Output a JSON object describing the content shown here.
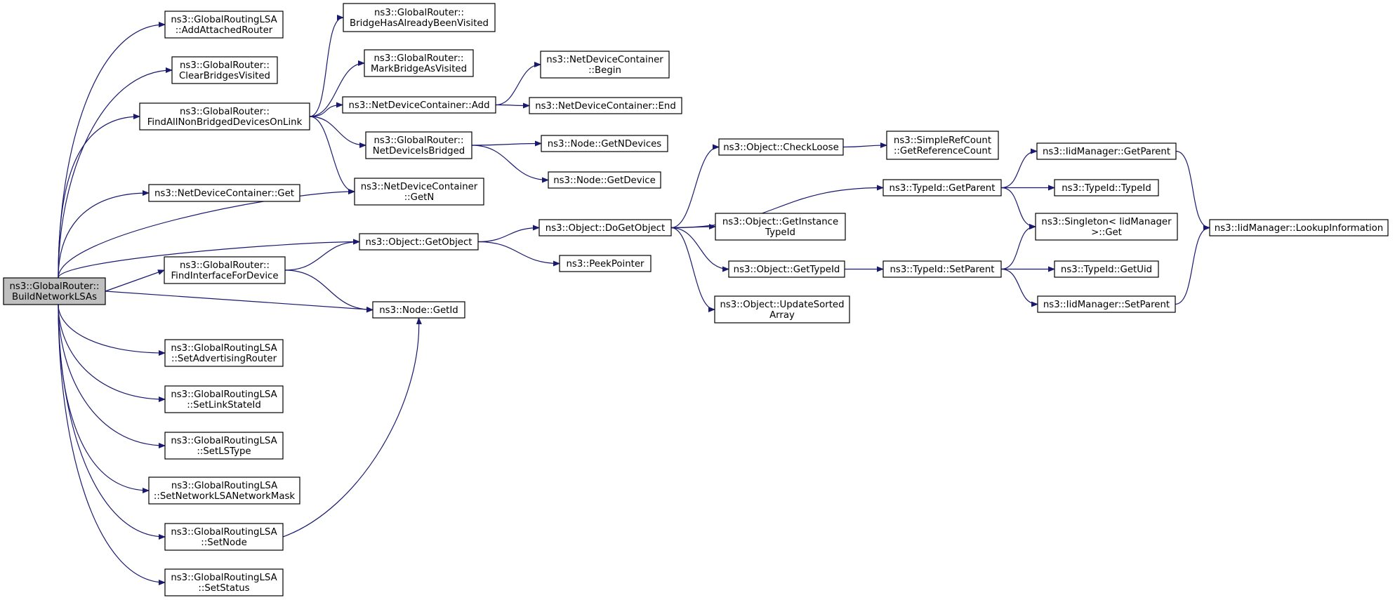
{
  "graph": {
    "colors": {
      "edge": "#191970",
      "node_fill": "#ffffff",
      "root_fill": "#bfbfbf",
      "border": "#000000"
    },
    "nodes": [
      {
        "id": "root",
        "lines": [
          "ns3::GlobalRouter::",
          "BuildNetworkLSAs"
        ],
        "root": true
      },
      {
        "id": "addAttached",
        "lines": [
          "ns3::GlobalRoutingLSA",
          "::AddAttachedRouter"
        ]
      },
      {
        "id": "clearBridges",
        "lines": [
          "ns3::GlobalRouter::",
          "ClearBridgesVisited"
        ]
      },
      {
        "id": "findAll",
        "lines": [
          "ns3::GlobalRouter::",
          "FindAllNonBridgedDevicesOnLink"
        ]
      },
      {
        "id": "ndcGet",
        "lines": [
          "ns3::NetDeviceContainer::Get"
        ]
      },
      {
        "id": "findIface",
        "lines": [
          "ns3::GlobalRouter::",
          "FindInterfaceForDevice"
        ]
      },
      {
        "id": "setAdv",
        "lines": [
          "ns3::GlobalRoutingLSA",
          "::SetAdvertisingRouter"
        ]
      },
      {
        "id": "setLinkState",
        "lines": [
          "ns3::GlobalRoutingLSA",
          "::SetLinkStateId"
        ]
      },
      {
        "id": "setLSType",
        "lines": [
          "ns3::GlobalRoutingLSA",
          "::SetLSType"
        ]
      },
      {
        "id": "setMask",
        "lines": [
          "ns3::GlobalRoutingLSA",
          "::SetNetworkLSANetworkMask"
        ]
      },
      {
        "id": "setNode",
        "lines": [
          "ns3::GlobalRoutingLSA",
          "::SetNode"
        ]
      },
      {
        "id": "setStatus",
        "lines": [
          "ns3::GlobalRoutingLSA",
          "::SetStatus"
        ]
      },
      {
        "id": "bridgeVisited",
        "lines": [
          "ns3::GlobalRouter::",
          "BridgeHasAlreadyBeenVisited"
        ]
      },
      {
        "id": "markBridge",
        "lines": [
          "ns3::GlobalRouter::",
          "MarkBridgeAsVisited"
        ]
      },
      {
        "id": "ndcAdd",
        "lines": [
          "ns3::NetDeviceContainer::Add"
        ]
      },
      {
        "id": "ndIsBridged",
        "lines": [
          "ns3::GlobalRouter::",
          "NetDeviceIsBridged"
        ]
      },
      {
        "id": "ndcGetN",
        "lines": [
          "ns3::NetDeviceContainer",
          "::GetN"
        ]
      },
      {
        "id": "getObject",
        "lines": [
          "ns3::Object::GetObject"
        ]
      },
      {
        "id": "nodeGetId",
        "lines": [
          "ns3::Node::GetId"
        ]
      },
      {
        "id": "ndcBegin",
        "lines": [
          "ns3::NetDeviceContainer",
          "::Begin"
        ]
      },
      {
        "id": "ndcEnd",
        "lines": [
          "ns3::NetDeviceContainer::End"
        ]
      },
      {
        "id": "getNDevices",
        "lines": [
          "ns3::Node::GetNDevices"
        ]
      },
      {
        "id": "getDevice",
        "lines": [
          "ns3::Node::GetDevice"
        ]
      },
      {
        "id": "doGetObject",
        "lines": [
          "ns3::Object::DoGetObject"
        ]
      },
      {
        "id": "peekPointer",
        "lines": [
          "ns3::PeekPointer"
        ]
      },
      {
        "id": "checkLoose",
        "lines": [
          "ns3::Object::CheckLoose"
        ]
      },
      {
        "id": "getInstanceTypeId",
        "lines": [
          "ns3::Object::GetInstance",
          "TypeId"
        ]
      },
      {
        "id": "getTypeId",
        "lines": [
          "ns3::Object::GetTypeId"
        ]
      },
      {
        "id": "updateSorted",
        "lines": [
          "ns3::Object::UpdateSorted",
          "Array"
        ]
      },
      {
        "id": "getRefCount",
        "lines": [
          "ns3::SimpleRefCount",
          "::GetReferenceCount"
        ]
      },
      {
        "id": "typeIdGetParent",
        "lines": [
          "ns3::TypeId::GetParent"
        ]
      },
      {
        "id": "typeIdSetParent",
        "lines": [
          "ns3::TypeId::SetParent"
        ]
      },
      {
        "id": "iidGetParent",
        "lines": [
          "ns3::IidManager::GetParent"
        ]
      },
      {
        "id": "typeIdTypeId",
        "lines": [
          "ns3::TypeId::TypeId"
        ]
      },
      {
        "id": "singletonGet",
        "lines": [
          "ns3::Singleton< IidManager",
          " >::Get"
        ]
      },
      {
        "id": "typeIdGetUid",
        "lines": [
          "ns3::TypeId::GetUid"
        ]
      },
      {
        "id": "iidSetParent",
        "lines": [
          "ns3::IidManager::SetParent"
        ]
      },
      {
        "id": "lookupInfo",
        "lines": [
          "ns3::IidManager::LookupInformation"
        ]
      }
    ],
    "edges": [
      [
        "root",
        "addAttached"
      ],
      [
        "root",
        "clearBridges"
      ],
      [
        "root",
        "findAll"
      ],
      [
        "root",
        "ndcGetN"
      ],
      [
        "root",
        "ndcGet"
      ],
      [
        "root",
        "getObject"
      ],
      [
        "root",
        "findIface"
      ],
      [
        "root",
        "nodeGetId"
      ],
      [
        "root",
        "setAdv"
      ],
      [
        "root",
        "setLinkState"
      ],
      [
        "root",
        "setLSType"
      ],
      [
        "root",
        "setMask"
      ],
      [
        "root",
        "setNode"
      ],
      [
        "root",
        "setStatus"
      ],
      [
        "findAll",
        "bridgeVisited"
      ],
      [
        "findAll",
        "markBridge"
      ],
      [
        "findAll",
        "ndcAdd"
      ],
      [
        "findAll",
        "ndIsBridged"
      ],
      [
        "findAll",
        "ndcGetN"
      ],
      [
        "ndcAdd",
        "ndcBegin"
      ],
      [
        "ndcAdd",
        "ndcEnd"
      ],
      [
        "ndIsBridged",
        "getNDevices"
      ],
      [
        "ndIsBridged",
        "getDevice"
      ],
      [
        "findIface",
        "getObject"
      ],
      [
        "findIface",
        "nodeGetId"
      ],
      [
        "setNode",
        "nodeGetId"
      ],
      [
        "getObject",
        "doGetObject"
      ],
      [
        "getObject",
        "peekPointer"
      ],
      [
        "doGetObject",
        "checkLoose"
      ],
      [
        "doGetObject",
        "typeIdGetParent"
      ],
      [
        "doGetObject",
        "getInstanceTypeId"
      ],
      [
        "doGetObject",
        "getTypeId"
      ],
      [
        "doGetObject",
        "updateSorted"
      ],
      [
        "checkLoose",
        "getRefCount"
      ],
      [
        "getTypeId",
        "typeIdSetParent"
      ],
      [
        "typeIdGetParent",
        "iidGetParent"
      ],
      [
        "typeIdGetParent",
        "typeIdTypeId"
      ],
      [
        "typeIdGetParent",
        "singletonGet"
      ],
      [
        "typeIdSetParent",
        "singletonGet"
      ],
      [
        "typeIdSetParent",
        "typeIdGetUid"
      ],
      [
        "typeIdSetParent",
        "iidSetParent"
      ],
      [
        "iidGetParent",
        "lookupInfo"
      ],
      [
        "iidSetParent",
        "lookupInfo"
      ]
    ]
  }
}
